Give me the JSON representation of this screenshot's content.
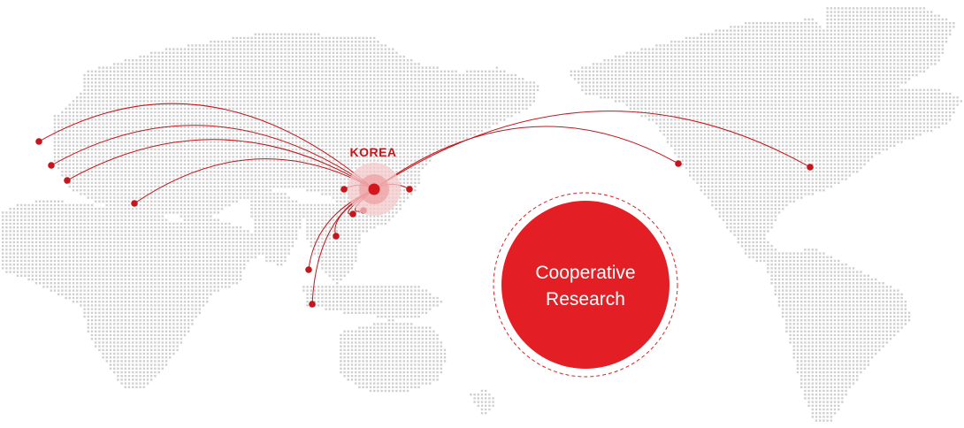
{
  "korea": {
    "label": "KOREA"
  },
  "badge": {
    "line1": "Cooperative",
    "line2": "Research"
  },
  "colors": {
    "accent": "#e31e24",
    "accent_dark": "#c4161c",
    "map_dot": "#cfcfcf",
    "halo": "#f6c9cb"
  },
  "icons": {
    "map": "world-dot-map",
    "hub": "korea-hub-marker",
    "partner": "partner-location-dot"
  }
}
